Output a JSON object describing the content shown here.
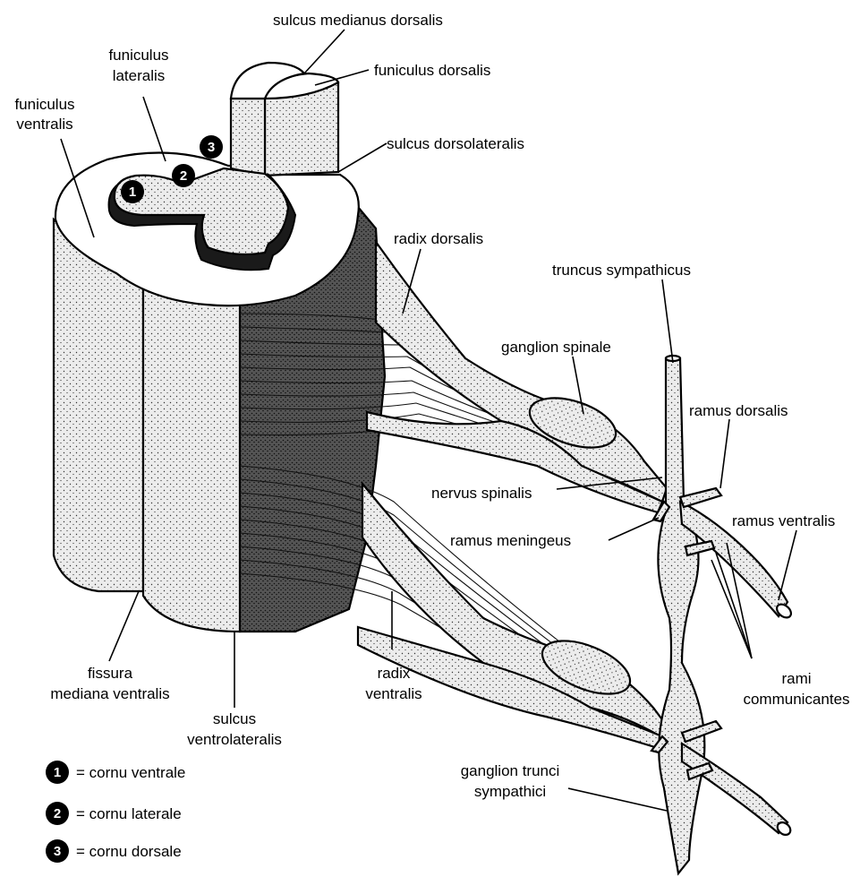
{
  "labels": {
    "sulcus_medianus_dorsalis": "sulcus medianus dorsalis",
    "funiculus_lateralis_1": "funiculus",
    "funiculus_lateralis_2": "lateralis",
    "funiculus_dorsalis": "funiculus dorsalis",
    "funiculus_ventralis_1": "funiculus",
    "funiculus_ventralis_2": "ventralis",
    "sulcus_dorsolateralis": "sulcus dorsolateralis",
    "radix_dorsalis": "radix dorsalis",
    "truncus_sympathicus": "truncus sympathicus",
    "ganglion_spinale": "ganglion spinale",
    "ramus_dorsalis": "ramus dorsalis",
    "nervus_spinalis": "nervus spinalis",
    "ramus_ventralis": "ramus ventralis",
    "ramus_meningeus": "ramus meningeus",
    "rami_communicantes_1": "rami",
    "rami_communicantes_2": "communicantes",
    "fissura_mediana_ventralis_1": "fissura",
    "fissura_mediana_ventralis_2": "mediana ventralis",
    "radix_ventralis_1": "radix",
    "radix_ventralis_2": "ventralis",
    "sulcus_ventrolateralis_1": "sulcus",
    "sulcus_ventrolateralis_2": "ventrolateralis",
    "ganglion_trunci_sympathici_1": "ganglion trunci",
    "ganglion_trunci_sympathici_2": "sympathici"
  },
  "markers": {
    "m1": "1",
    "m2": "2",
    "m3": "3"
  },
  "legend": [
    {
      "number": "1",
      "text": "= cornu ventrale"
    },
    {
      "number": "2",
      "text": "= cornu laterale"
    },
    {
      "number": "3",
      "text": "= cornu dorsale"
    }
  ]
}
